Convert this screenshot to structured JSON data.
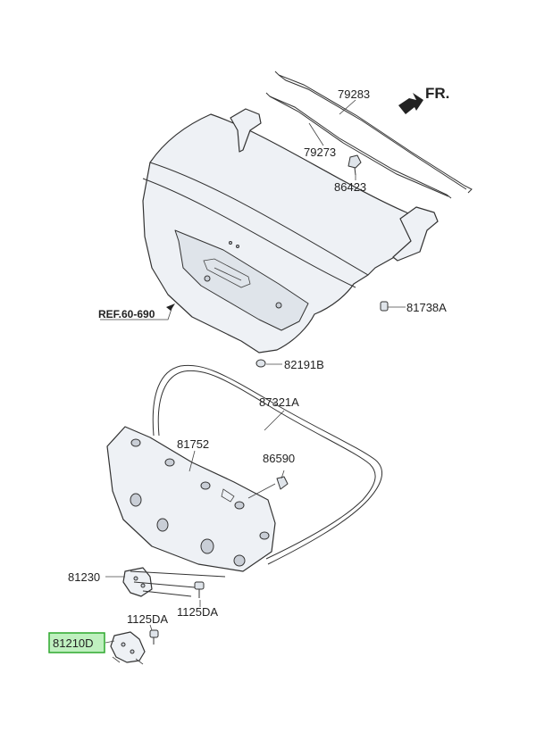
{
  "direction_label": "FR.",
  "reference_label": "REF.60-690",
  "part_numbers": {
    "p79283": "79283",
    "p79273": "79273",
    "p86423": "86423",
    "p81738A": "81738A",
    "p82191B": "82191B",
    "p87321A": "87321A",
    "p81752": "81752",
    "p86590": "86590",
    "p81230": "81230",
    "p1125DA_right": "1125DA",
    "p1125DA_left": "1125DA",
    "p81210D": "81210D"
  },
  "highlighted_part": "81210D",
  "colors": {
    "highlight_fill": "#bff0bf",
    "highlight_border": "#2ea82e",
    "part_fill": "#eef1f5",
    "line": "#333333"
  }
}
